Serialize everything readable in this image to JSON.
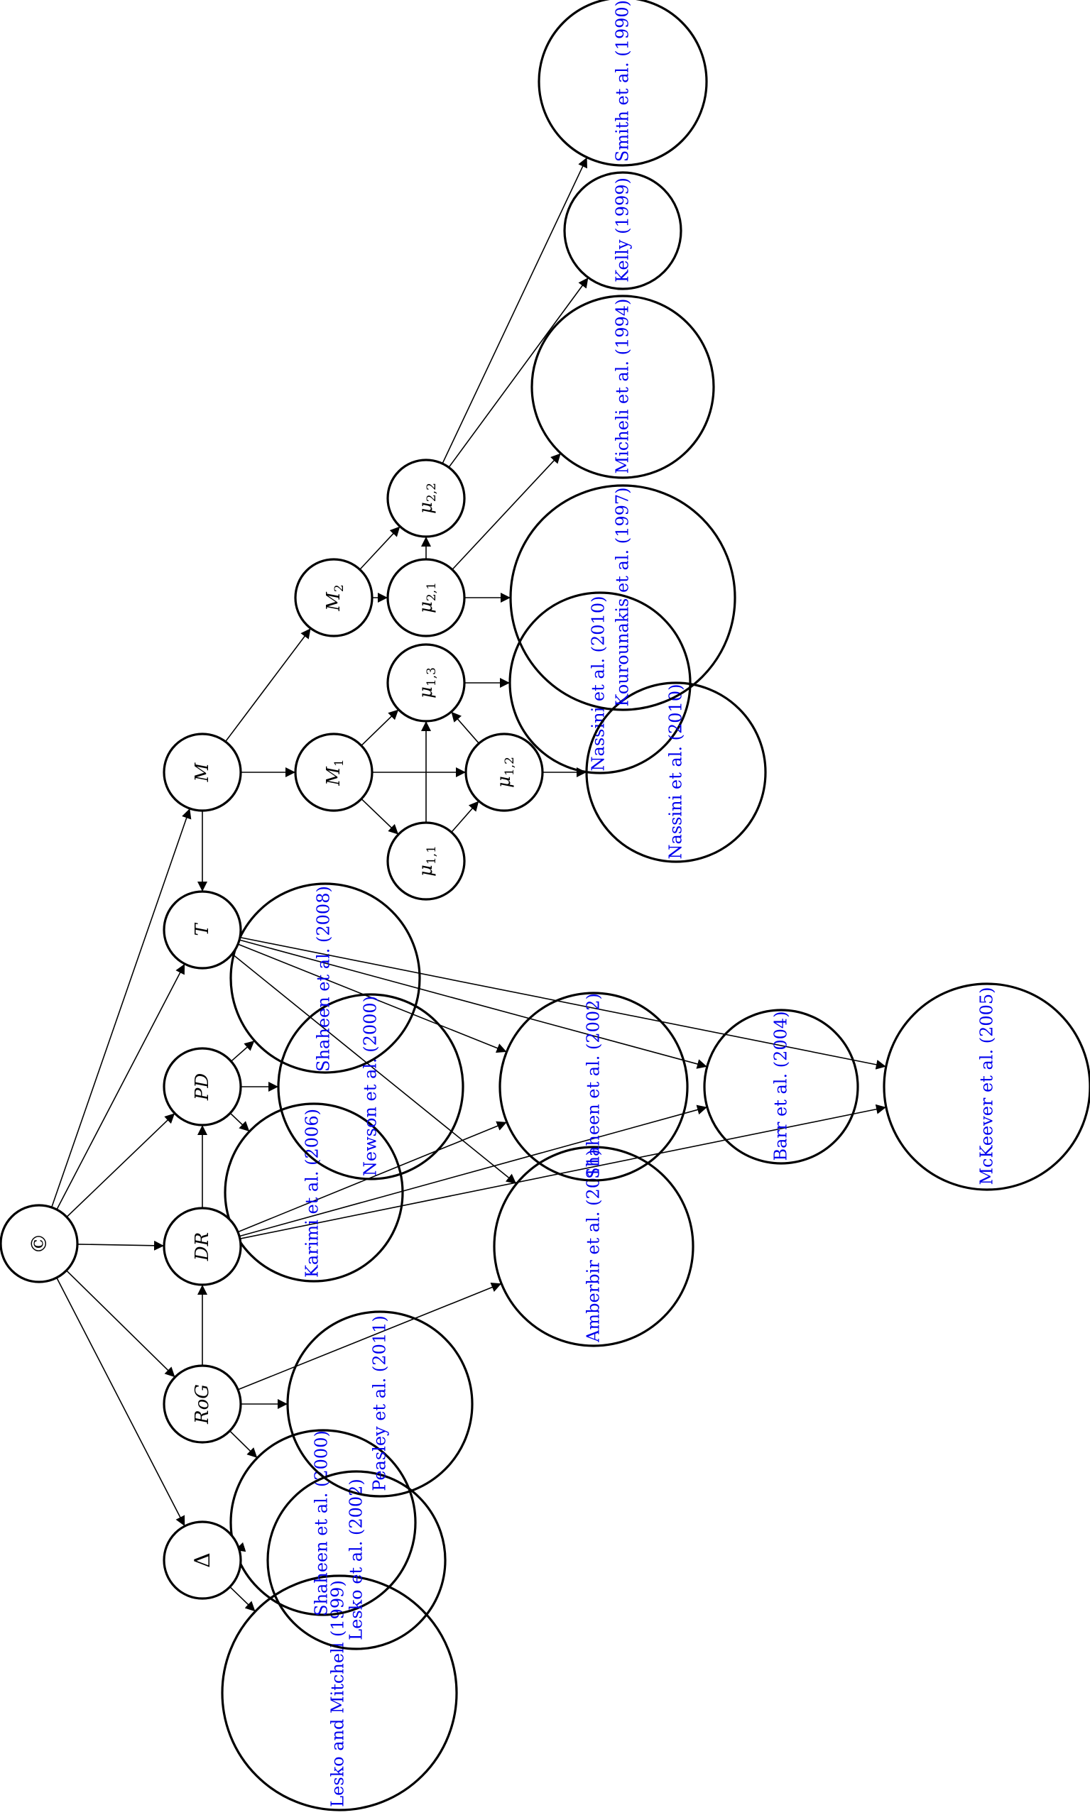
{
  "diagram": {
    "nodes": [
      {
        "id": "root",
        "text": "©"
      },
      {
        "id": "delta",
        "text": "Δ"
      },
      {
        "id": "rog",
        "text": "RoG"
      },
      {
        "id": "dr",
        "text": "DR"
      },
      {
        "id": "pd",
        "text": "PD"
      },
      {
        "id": "t",
        "text": "T"
      },
      {
        "id": "m",
        "text": "M"
      },
      {
        "id": "m1",
        "text": "M",
        "sub": "1"
      },
      {
        "id": "m2",
        "text": "M",
        "sub": "2"
      },
      {
        "id": "mu11",
        "text": "μ",
        "sub": "1,1"
      },
      {
        "id": "mu12",
        "text": "μ",
        "sub": "1,2"
      },
      {
        "id": "mu13",
        "text": "μ",
        "sub": "1,3"
      },
      {
        "id": "mu21",
        "text": "μ",
        "sub": "2,1"
      },
      {
        "id": "mu22",
        "text": "μ",
        "sub": "2,2"
      }
    ],
    "references": [
      {
        "id": "lesko-mitchell-1999",
        "text": "Lesko and Mitchell (1999)"
      },
      {
        "id": "shaheen-2000",
        "text": "Shaheen et al. (2000)"
      },
      {
        "id": "lesko-2002",
        "text": "Lesko et al. (2002)"
      },
      {
        "id": "peasley-2011",
        "text": "Peasley et al. (2011)"
      },
      {
        "id": "amberbir-2011",
        "text": "Amberbir et al. (2011)"
      },
      {
        "id": "karimi-2006",
        "text": "Karimi et al. (2006)"
      },
      {
        "id": "newson-2000",
        "text": "Newson et al. (2000)"
      },
      {
        "id": "shaheen-2008",
        "text": "Shaheen et al. (2008)"
      },
      {
        "id": "shaheen-2002",
        "text": "Shaheen et al. (2002)"
      },
      {
        "id": "barr-2004",
        "text": "Barr et al. (2004)"
      },
      {
        "id": "mckeever-2005",
        "text": "McKeever et al. (2005)"
      },
      {
        "id": "nassini-2010a",
        "text": "Nassini et al. (2010)"
      },
      {
        "id": "nassini-2010b",
        "text": "Nassini et al. (2010)"
      },
      {
        "id": "kourounakis-1997",
        "text": "Kourounakis et al. (1997)"
      },
      {
        "id": "micheli-1994",
        "text": "Micheli et al. (1994)"
      },
      {
        "id": "kelly-1999",
        "text": "Kelly (1999)"
      },
      {
        "id": "smith-1990",
        "text": "Smith et al. (1990)"
      }
    ],
    "edges": [
      [
        "root",
        "delta"
      ],
      [
        "root",
        "rog"
      ],
      [
        "root",
        "dr"
      ],
      [
        "root",
        "pd"
      ],
      [
        "root",
        "t"
      ],
      [
        "root",
        "m"
      ],
      [
        "rog",
        "dr"
      ],
      [
        "dr",
        "pd"
      ],
      [
        "m",
        "t"
      ],
      [
        "delta",
        "lesko-mitchell-1999"
      ],
      [
        "delta",
        "shaheen-2000"
      ],
      [
        "rog",
        "shaheen-2000"
      ],
      [
        "rog",
        "peasley-2011"
      ],
      [
        "rog",
        "amberbir-2011"
      ],
      [
        "pd",
        "karimi-2006"
      ],
      [
        "pd",
        "newson-2000"
      ],
      [
        "pd",
        "shaheen-2008"
      ],
      [
        "dr",
        "shaheen-2002"
      ],
      [
        "dr",
        "barr-2004"
      ],
      [
        "dr",
        "mckeever-2005"
      ],
      [
        "t",
        "shaheen-2002"
      ],
      [
        "t",
        "barr-2004"
      ],
      [
        "t",
        "mckeever-2005"
      ],
      [
        "t",
        "amberbir-2011"
      ],
      [
        "m",
        "m1"
      ],
      [
        "m",
        "m2"
      ],
      [
        "m1",
        "mu11"
      ],
      [
        "m1",
        "mu12"
      ],
      [
        "m1",
        "mu13"
      ],
      [
        "mu11",
        "mu12"
      ],
      [
        "mu11",
        "mu13"
      ],
      [
        "mu12",
        "mu13"
      ],
      [
        "mu12",
        "nassini-2010b"
      ],
      [
        "mu13",
        "nassini-2010a"
      ],
      [
        "m2",
        "mu21"
      ],
      [
        "m2",
        "mu22"
      ],
      [
        "mu21",
        "mu22"
      ],
      [
        "mu21",
        "kourounakis-1997"
      ],
      [
        "mu21",
        "micheli-1994"
      ],
      [
        "mu22",
        "kelly-1999"
      ],
      [
        "mu22",
        "smith-1990"
      ]
    ]
  }
}
